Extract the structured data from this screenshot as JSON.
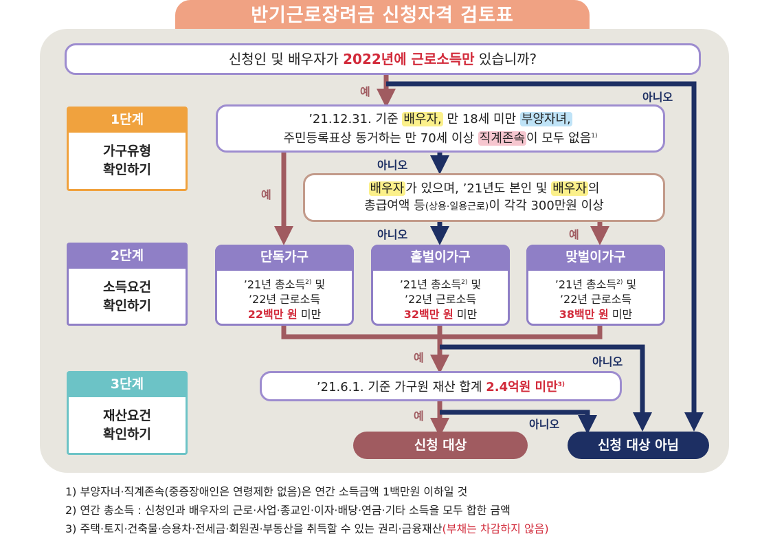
{
  "title": "반기근로장려금 신청자격 검토표",
  "question1": {
    "before": "신청인 및 배우자가 ",
    "highlight": "2022년에 근로소득만",
    "after": " 있습니까?"
  },
  "labels": {
    "yes": "예",
    "no": "아니오"
  },
  "stage1": {
    "head": "1단계",
    "line1": "가구유형",
    "line2": "확인하기"
  },
  "stage2": {
    "head": "2단계",
    "line1": "소득요건",
    "line2": "확인하기"
  },
  "stage3": {
    "head": "3단계",
    "line1": "재산요건",
    "line2": "확인하기"
  },
  "question2": {
    "l1_a": "’21.12.31. 기준 ",
    "l1_spouse": "배우자,",
    "l1_b": " 만 18세 미만 ",
    "l1_child": "부양자녀,",
    "l2_a": "주민등록표상 동거하는 만 70세 이상 ",
    "l2_parent": "직계존속",
    "l2_b": "이 모두 없음",
    "l2_sup": "1)"
  },
  "question3": {
    "l1_spouse": "배우자",
    "l1_a": "가 있으며, ’21년도 본인 및 ",
    "l1_spouse2": "배우자",
    "l1_b": "의",
    "l2_a": "총급여액 등",
    "l2_small": "(상용·일용근로)",
    "l2_b": "이 각각 300만원 이상"
  },
  "households": [
    {
      "name": "단독가구",
      "line1": "’21년 총소득",
      "sup": "2)",
      "line1b": " 및",
      "line2": "’22년 근로소득",
      "amount": "22백만 원",
      "suffix": " 미만"
    },
    {
      "name": "홑벌이가구",
      "line1": "’21년 총소득",
      "sup": "2)",
      "line1b": " 및",
      "line2": "’22년 근로소득",
      "amount": "32백만 원",
      "suffix": " 미만"
    },
    {
      "name": "맞벌이가구",
      "line1": "’21년 총소득",
      "sup": "2)",
      "line1b": " 및",
      "line2": "’22년 근로소득",
      "amount": "38백만 원",
      "suffix": " 미만"
    }
  ],
  "question4": {
    "before": "’21.6.1. 기준 가구원 재산 합계 ",
    "highlight": "2.4억원 미만",
    "sup": "3)"
  },
  "results": {
    "eligible": "신청 대상",
    "not_eligible": "신청 대상 아님"
  },
  "footnotes": [
    {
      "text": "1) 부양자녀·직계존속(중증장애인은 연령제한 없음)은 연간 소득금액 1백만원 이하일 것",
      "red": ""
    },
    {
      "text": "2) 연간 총소득 : 신청인과 배우자의 근로·사업·종교인·이자·배당·연금·기타 소득을 모두 합한 금액",
      "red": ""
    },
    {
      "text": "3) 주택·토지·건축물·승용차·전세금·회원권·부동산을 취득할 수 있는 권리·금융재산",
      "red": "(부채는 차감하지 않음)"
    }
  ],
  "colors": {
    "title_bg": "#f0a283",
    "panel_bg": "#e8e6df",
    "yes_arrow": "#a05b60",
    "no_arrow": "#1d2f63",
    "purple": "#8f7fc6",
    "stage1": "#f0a23e",
    "stage3": "#6cc3c6",
    "red_text": "#d22a3a"
  }
}
